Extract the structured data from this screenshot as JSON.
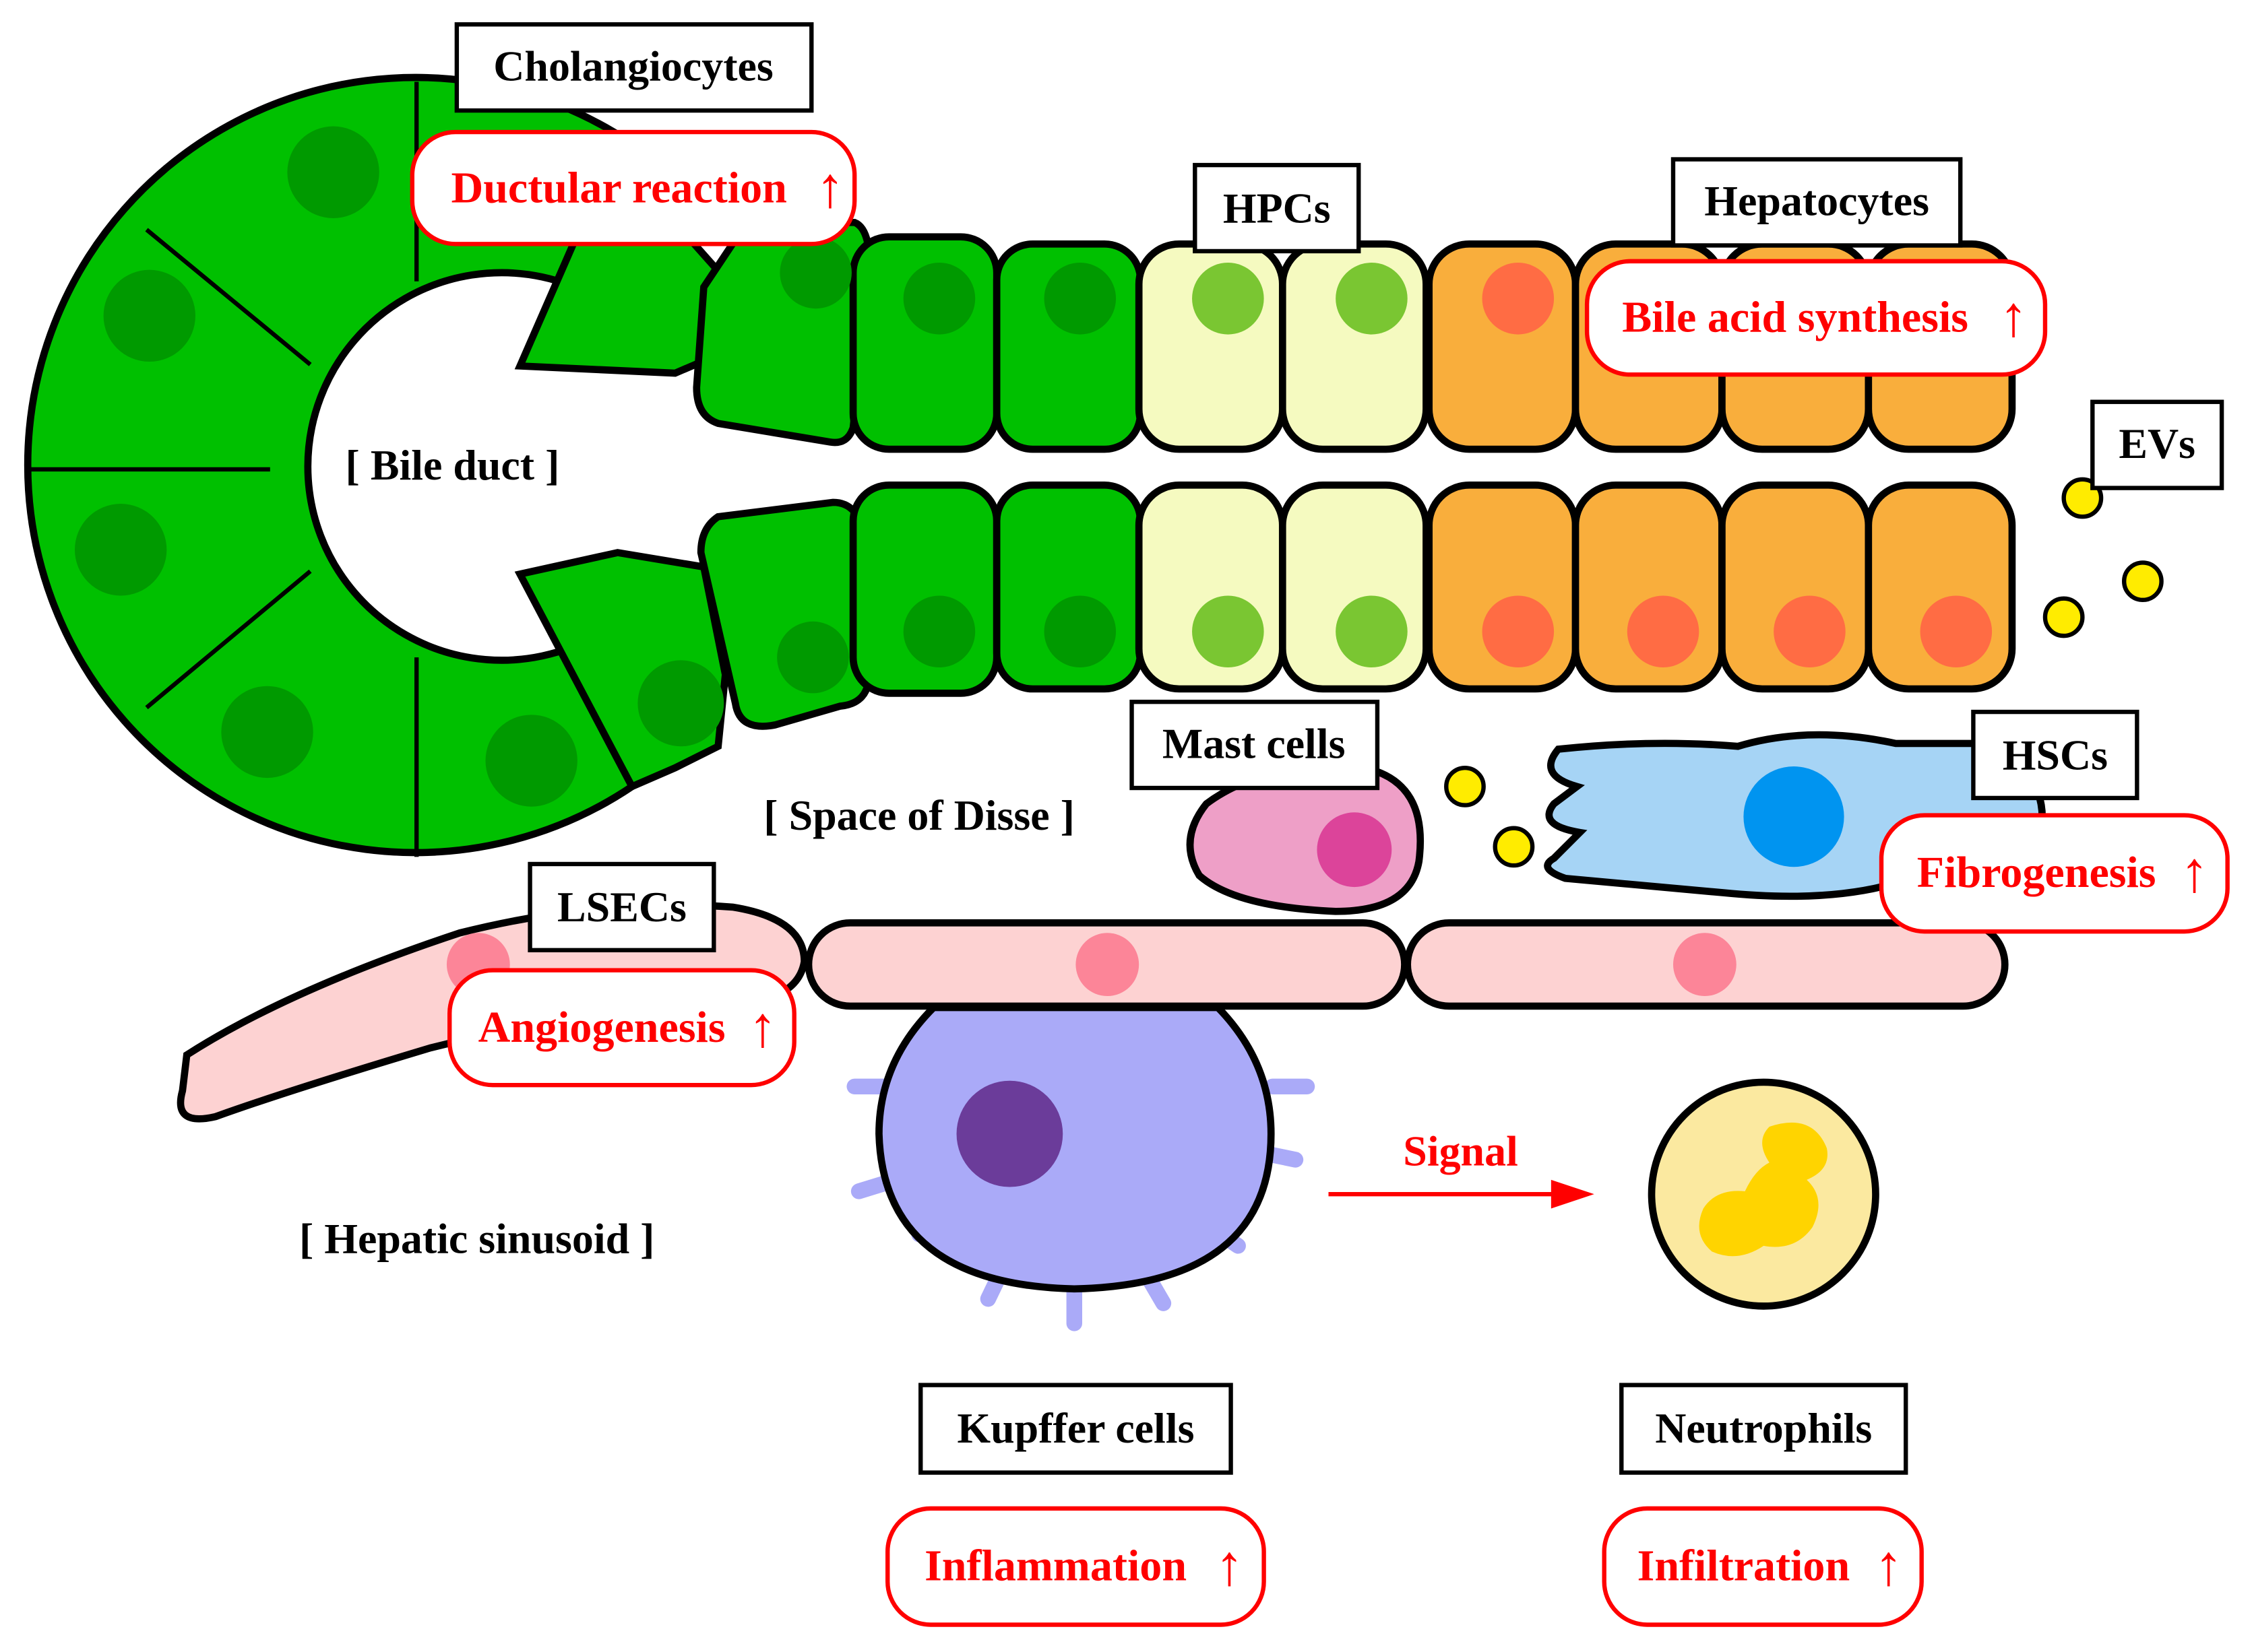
{
  "cells": {
    "cholangiocytes": "Cholangiocytes",
    "hpcs": "HPCs",
    "hepatocytes": "Hepatocytes",
    "evs": "EVs",
    "mast_cells": "Mast cells",
    "hscs": "HSCs",
    "lsecs": "LSECs",
    "kupffer_cells": "Kupffer cells",
    "neutrophils": "Neutrophils"
  },
  "effects": {
    "ductular_reaction": "Ductular reaction",
    "bile_acid_synthesis": "Bile acid synthesis",
    "fibrogenesis": "Fibrogenesis",
    "angiogenesis": "Angiogenesis",
    "inflammation": "Inflammation",
    "infiltration": "Infiltration",
    "up_arrow": "↑"
  },
  "regions": {
    "bile_duct": "[ Bile duct ]",
    "space_of_disse": "[ Space of Disse ]",
    "hepatic_sinusoid": "[ Hepatic sinusoid ]"
  },
  "signal": "Signal",
  "colors": {
    "cholangiocyte": "#00c000",
    "cholangiocyte_nucleus": "#009a00",
    "hpc": "#f5fac0",
    "hpc_nucleus": "#7ac632",
    "hepatocyte": "#f9ae3c",
    "hepatocyte_nucleus": "#ff6c44",
    "ev": "#ffec00",
    "mast_cell": "#ee9fc7",
    "mast_cell_nucleus": "#dc449a",
    "hsc": "#a6d4f5",
    "hsc_nucleus": "#0094f0",
    "lsec": "#fdd2d2",
    "lsec_nucleus": "#fc8598",
    "kupffer": "#aaaaf8",
    "kupffer_nucleus": "#6b3c9a",
    "neutrophil": "#fbe9a0",
    "neutrophil_nucleus": "#ffd400",
    "effect": "#ff0000"
  }
}
